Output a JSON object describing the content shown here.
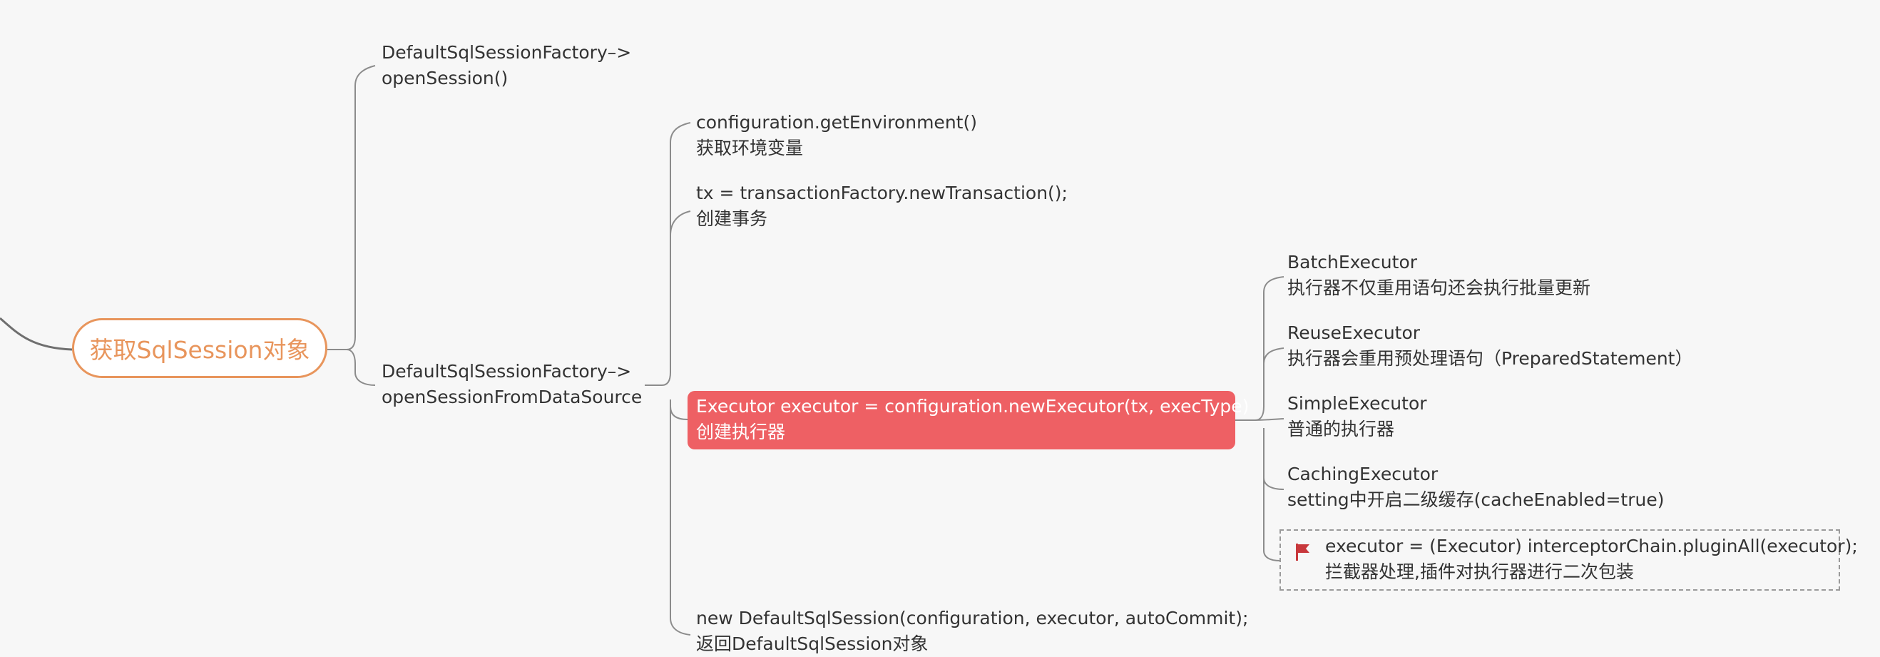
{
  "central": {
    "label": "获取SqlSession对象"
  },
  "branches": [
    {
      "line1": "DefaultSqlSessionFactory–>",
      "line2": "openSession()"
    },
    {
      "line1": "DefaultSqlSessionFactory–>",
      "line2": "openSessionFromDataSource"
    }
  ],
  "steps": [
    {
      "line1": "configuration.getEnvironment()",
      "line2": "获取环境变量"
    },
    {
      "line1": "tx = transactionFactory.newTransaction();",
      "line2": "创建事务"
    },
    {
      "line1": "Executor executor = configuration.newExecutor(tx, execType)",
      "line2": "创建执行器"
    },
    {
      "line1": "new DefaultSqlSession(configuration, executor, autoCommit);",
      "line2": "返回DefaultSqlSession对象"
    }
  ],
  "executors": [
    {
      "line1": "BatchExecutor",
      "line2": "执行器不仅重用语句还会执行批量更新"
    },
    {
      "line1": "ReuseExecutor",
      "line2": "执行器会重用预处理语句（PreparedStatement）"
    },
    {
      "line1": "SimpleExecutor",
      "line2": "普通的执行器"
    },
    {
      "line1": "CachingExecutor",
      "line2": "setting中开启二级缓存(cacheEnabled=true)"
    }
  ],
  "interceptor": {
    "line1": "executor = (Executor) interceptorChain.pluginAll(executor);",
    "line2": "拦截器处理,插件对执行器进行二次包装",
    "icon": "flag-icon"
  },
  "colors": {
    "central_accent": "#e8955c",
    "highlight_bg": "#ee6064",
    "flag": "#c8383c",
    "connector": "#8c8c8c"
  }
}
